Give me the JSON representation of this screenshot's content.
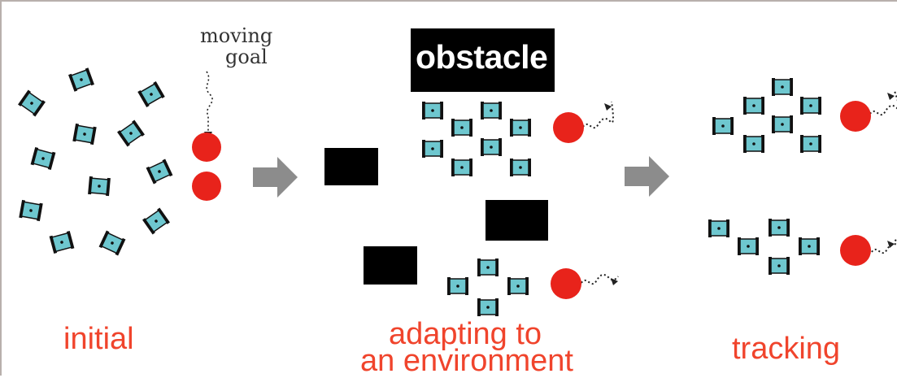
{
  "annotation": {
    "moving_goal_line1": "moving",
    "moving_goal_line2": "goal"
  },
  "obstacle_label": "obstacle",
  "stages": [
    {
      "label": "initial"
    },
    {
      "label_line1": "adapting to",
      "label_line2": "an environment"
    },
    {
      "label": "tracking"
    }
  ],
  "colors": {
    "label": "#f0442c",
    "goal": "#e8231b",
    "obstacle": "#000000",
    "arrow": "#8c8c8c",
    "robot_body": "#6ec7cf",
    "robot_track": "#111111"
  },
  "icons": {
    "robot": "robot-icon",
    "goal": "goal-icon",
    "obstacle": "obstacle-block",
    "arrow": "arrow-right-icon"
  }
}
